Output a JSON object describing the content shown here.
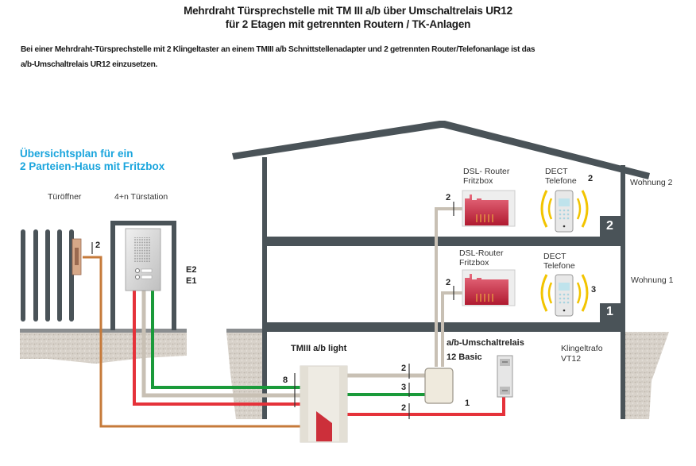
{
  "header": {
    "title_line1": "Mehrdraht Türsprechstelle mit TM III a/b über Umschaltrelais  UR12",
    "title_line2": "für 2 Etagen mit getrennten Routern / TK-Anlagen",
    "intro_line1": "Bei einer Mehrdraht-Türsprechstelle mit 2 Klingeltaster an einem TMIII a/b Schnittstellenadapter und 2 getrennten Router/Telefonanlage ist das",
    "intro_line2": "a/b-Umschaltrelais UR12  einzusetzen."
  },
  "overview": {
    "line1": "Übersichtsplan für ein",
    "line2": "2 Parteien-Haus mit Fritzbox"
  },
  "outside": {
    "door_opener_label": "Türöffner",
    "door_station_label": "4+n  Türstation",
    "door_opener_wires": "2",
    "bell_buttons": [
      "E2",
      "E1"
    ]
  },
  "floors": [
    {
      "number": "2",
      "apartment": "Wohnung 2",
      "router_line1": "DSL- Router",
      "router_line2": "Fritzbox",
      "router_wires": "2",
      "phone_line1": "DECT",
      "phone_line2": "Telefone",
      "phone_ext": "2"
    },
    {
      "number": "1",
      "apartment": "Wohnung 1",
      "router_line1": "DSL-Router",
      "router_line2": "Fritzbox",
      "router_wires": "2",
      "phone_line1": "DECT",
      "phone_line2": "Telefone",
      "phone_ext": "3"
    }
  ],
  "basement": {
    "adapter_label": "TMIII a/b light",
    "adapter_input_wires": "8",
    "relay_label_line1": "a/b-Umschaltrelais",
    "relay_label_line2": "12 Basic",
    "trafo_label_line1": "Klingeltrafo",
    "trafo_label_line2": "VT12",
    "wire_counts": {
      "ab_line": "2",
      "bell_line": "3",
      "power_line": "2",
      "trafo_line": "1"
    }
  },
  "colors": {
    "wall": "#4a5358",
    "ground": "#d6d0c8",
    "title_blue": "#1aa5dd",
    "wire_red": "#e5323a",
    "wire_green": "#1a9a3a",
    "wire_grey": "#c8c0b4",
    "wire_brown": "#c67a3a",
    "router_red": "#c0223a",
    "signal_yellow": "#f2c400"
  }
}
